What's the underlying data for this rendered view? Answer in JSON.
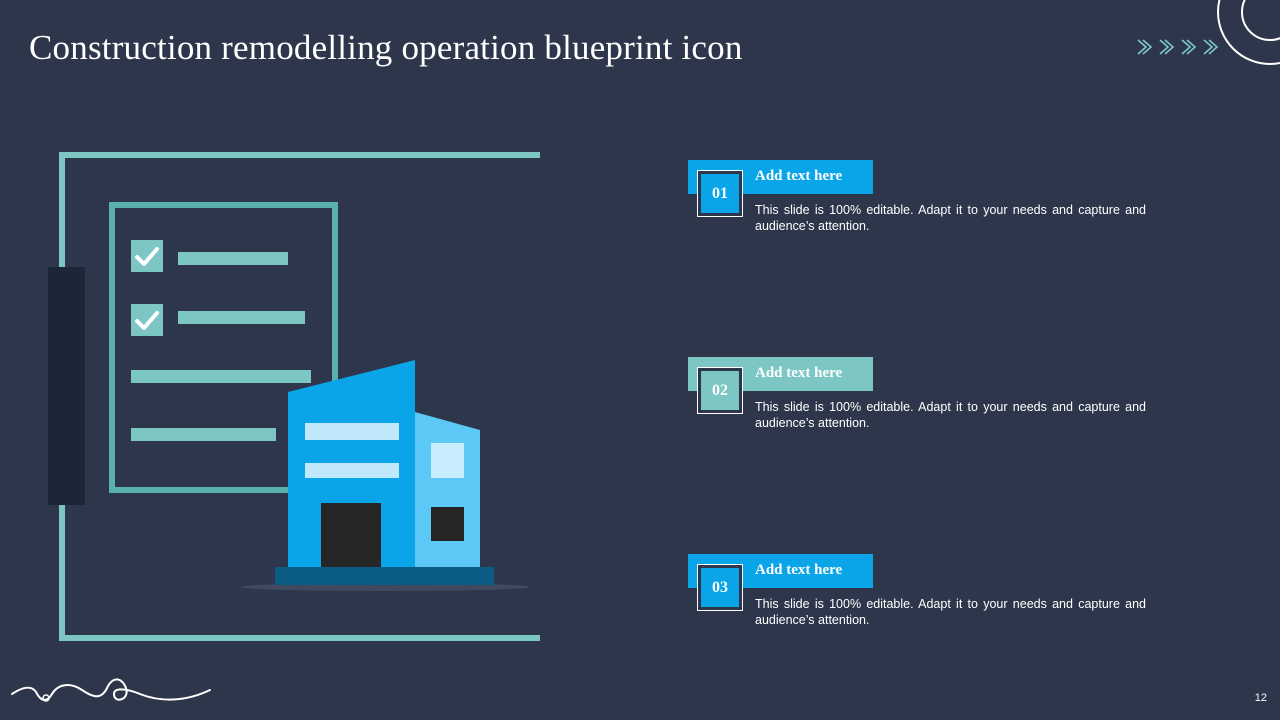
{
  "slide": {
    "title": "Construction remodelling operation blueprint icon",
    "page_number": "12"
  },
  "colors": {
    "background": "#2d364b",
    "accent_blue": "#0aa5e8",
    "accent_teal": "#7cc7c4",
    "light_blue": "#5bc8f5",
    "dark_navy": "#1b2638",
    "door": "#262626",
    "base": "#0b5c85"
  },
  "icons": {
    "chevrons": "chevron-right-icon",
    "checkmark": "checkmark-icon",
    "building": "building-icon",
    "clipboard": "clipboard-icon"
  },
  "items": [
    {
      "number": "01",
      "heading": "Add text here",
      "text": "This slide is 100% editable. Adapt it to your needs and capture and audience’s attention.",
      "color": "#0aa5e8"
    },
    {
      "number": "02",
      "heading": "Add text here",
      "text": "This slide is 100% editable. Adapt it to your needs and capture and audience’s attention.",
      "color": "#7cc7c4"
    },
    {
      "number": "03",
      "heading": "Add text here",
      "text": "This slide is 100% editable. Adapt it to your needs and capture and audience’s attention.",
      "color": "#0aa5e8"
    }
  ]
}
